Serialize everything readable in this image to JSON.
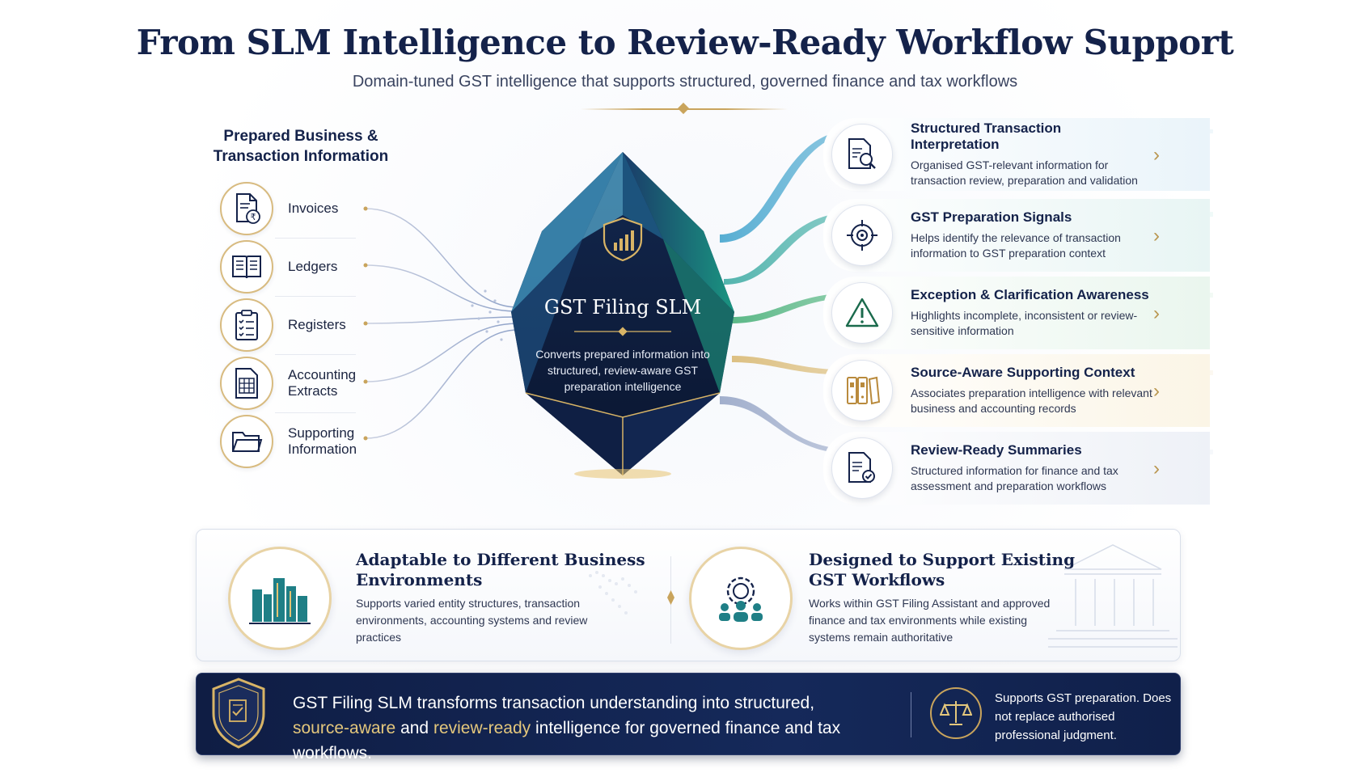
{
  "header": {
    "title": "From SLM Intelligence to Review-Ready Workflow Support",
    "subtitle": "Domain-tuned GST intelligence that supports structured, governed finance and tax workflows"
  },
  "inputs": {
    "heading_line1": "Prepared Business &",
    "heading_line2": "Transaction Information",
    "items": [
      {
        "label": "Invoices",
        "icon": "invoice-rupee-icon"
      },
      {
        "label": "Ledgers",
        "icon": "ledger-book-icon"
      },
      {
        "label": "Registers",
        "icon": "clipboard-checklist-icon"
      },
      {
        "label": "Accounting Extracts",
        "icon": "spreadsheet-icon"
      },
      {
        "label": "Supporting Information",
        "icon": "folder-icon"
      }
    ]
  },
  "core": {
    "title": "GST Filing SLM",
    "description": "Converts prepared information into structured, review-aware GST preparation intelligence"
  },
  "outputs": [
    {
      "title": "Structured Transaction Interpretation",
      "description": "Organised GST-relevant information for transaction review, preparation and validation",
      "icon": "document-search-icon",
      "tint": "#eaf4fa"
    },
    {
      "title": "GST Preparation Signals",
      "description": "Helps identify the relevance of transaction information to GST preparation context",
      "icon": "target-crosshair-icon",
      "tint": "#e8f5f4"
    },
    {
      "title": "Exception & Clarification Awareness",
      "description": "Highlights incomplete, inconsistent or review-sensitive information",
      "icon": "warning-triangle-icon",
      "tint": "#eaf6ee"
    },
    {
      "title": "Source-Aware Supporting Context",
      "description": "Associates preparation intelligence with relevant business and accounting records",
      "icon": "binders-icon",
      "tint": "#fbf5e6"
    },
    {
      "title": "Review-Ready Summaries",
      "description": "Structured information for finance and tax assessment and preparation workflows",
      "icon": "document-check-icon",
      "tint": "#eef1f7"
    }
  ],
  "features": [
    {
      "title": "Adaptable to Different Business Environments",
      "description": "Supports varied entity structures, transaction environments, accounting systems and review practices",
      "icon": "city-buildings-icon"
    },
    {
      "title": "Designed to Support Existing GST Workflows",
      "description": "Works within GST Filing Assistant and approved finance and tax environments while existing systems remain authoritative",
      "icon": "gear-people-icon"
    }
  ],
  "banner": {
    "part1": "GST Filing SLM transforms transaction understanding into structured,",
    "highlight1": "source-aware",
    "and": " and ",
    "highlight2": "review-ready",
    "part2": " intelligence for governed finance and tax workflows.",
    "note": "Supports GST preparation. Does not replace authorised professional judgment.",
    "shield_icon": "shield-document-icon",
    "scale_icon": "balance-scale-icon"
  },
  "colors": {
    "navy": "#14224a",
    "gold": "#c9a45c",
    "teal": "#2aa39a"
  }
}
